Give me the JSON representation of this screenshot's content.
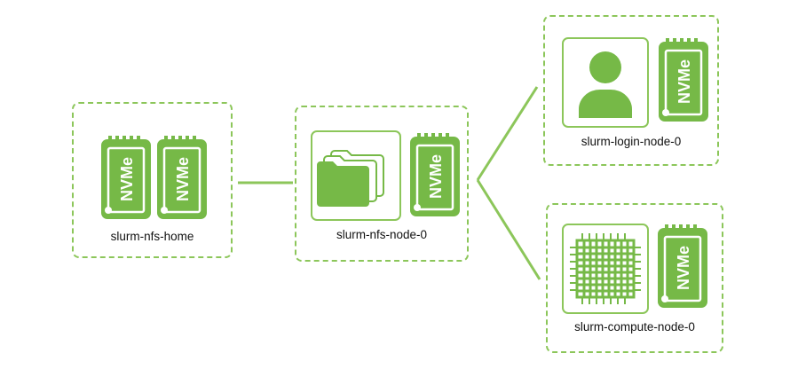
{
  "colors": {
    "accent": "#76b947",
    "dashed_border": "#8cc65a",
    "drive_fill": "#76b947",
    "drive_text": "#ffffff"
  },
  "drive_label": "NVMe",
  "nodes": [
    {
      "label": "slurm-nfs-home",
      "icons": [
        "nvme-drive-icon",
        "nvme-drive-icon"
      ]
    },
    {
      "label": "slurm-nfs-node-0",
      "icons": [
        "folder-stack-icon",
        "nvme-drive-icon"
      ]
    },
    {
      "label": "slurm-login-node-0",
      "icons": [
        "user-icon",
        "nvme-drive-icon"
      ]
    },
    {
      "label": "slurm-compute-node-0",
      "icons": [
        "processor-chip-icon",
        "nvme-drive-icon"
      ]
    }
  ]
}
